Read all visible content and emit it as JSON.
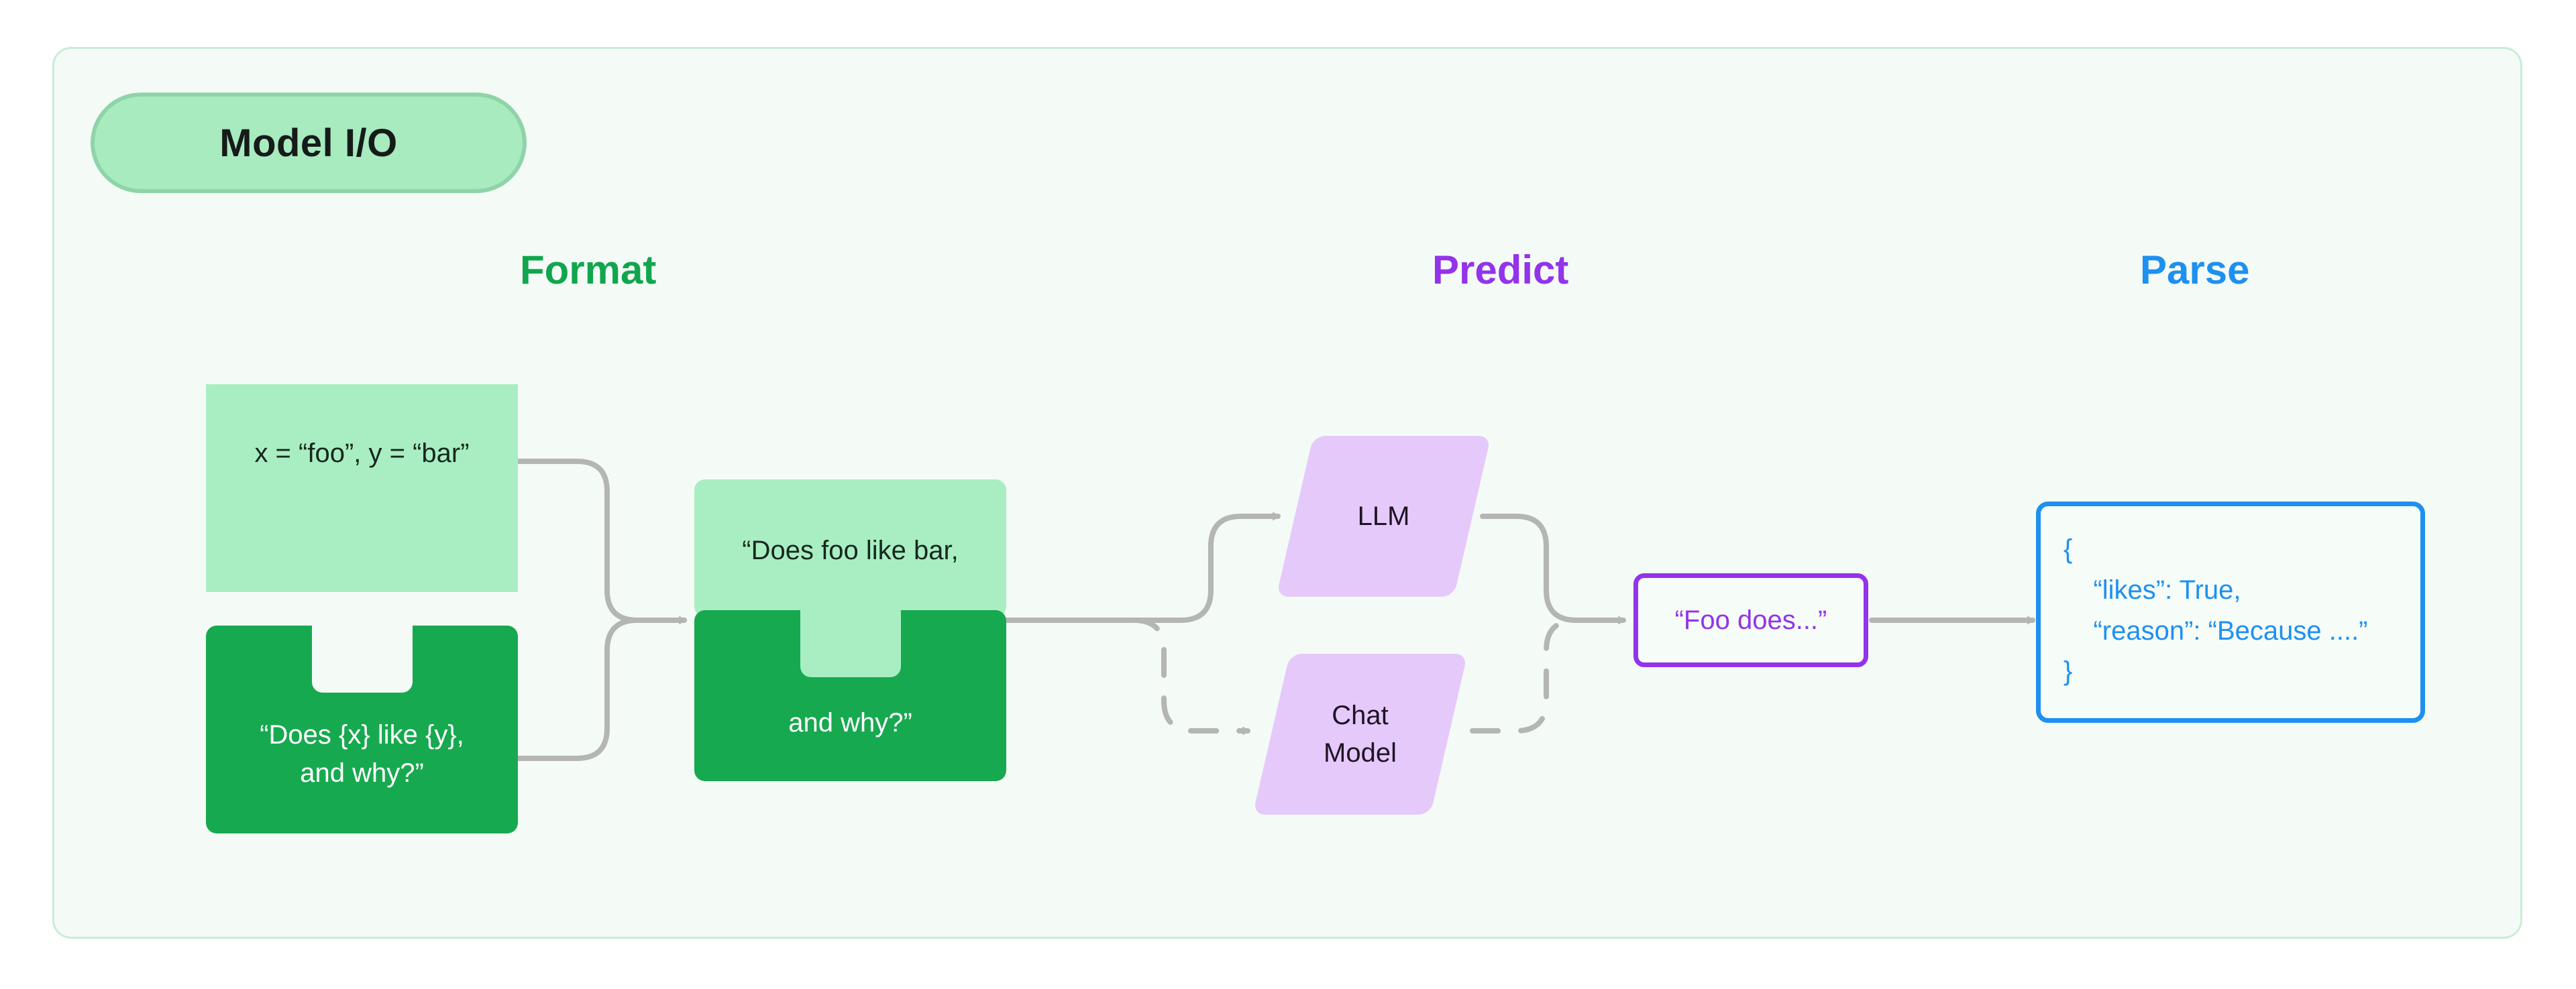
{
  "group": {
    "badge_label": "Model I/O"
  },
  "headings": {
    "format": "Format",
    "predict": "Predict",
    "parse": "Parse"
  },
  "colors": {
    "panel_bg": "#f4fbf6",
    "panel_border": "#c9ecd6",
    "badge_bg": "#a7ebbf",
    "badge_border": "#8fd4a8",
    "format_green": "#11a64e",
    "predict_purple": "#9333ea",
    "parse_blue": "#1e90f0",
    "piece_light": "#a9eec3",
    "piece_dark": "#17a94f",
    "model_fill": "#e6c9fb",
    "wire_gray": "#b3b6b3"
  },
  "format_stage": {
    "inputs": {
      "variables_label": "x = “foo”, y = “bar”",
      "template_line1": "“Does {x} like {y},",
      "template_line2": "and why?”"
    },
    "output": {
      "prompt_line1": "“Does foo like bar,",
      "prompt_line2": "and why?”"
    }
  },
  "predict_stage": {
    "models": [
      {
        "name": "LLM",
        "label": "LLM",
        "connector": "solid"
      },
      {
        "name": "chat-model",
        "label": "Chat\nModel",
        "connector": "dashed"
      }
    ],
    "completion": "“Foo does...”"
  },
  "parse_stage": {
    "json_output": "{\n    “likes”: True,\n    “reason”: “Because ....”\n}"
  }
}
